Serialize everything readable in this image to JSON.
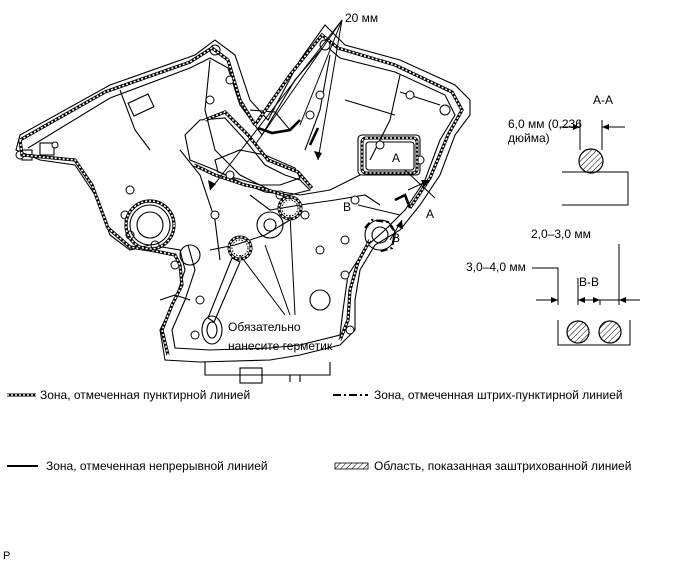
{
  "callouts": {
    "width_20mm": "20 мм",
    "apply_line1": "Обязательно",
    "apply_line2": "нанесите герметик",
    "section_a": "A",
    "section_b": "B"
  },
  "section_aa": {
    "title": "A-A",
    "dim_line1": "6,0 мм (0,236",
    "dim_line2": "дюйма)"
  },
  "section_bb": {
    "title": "B-B",
    "dim_gap": "2,0–3,0 мм",
    "dim_bead": "3,0–4,0 мм"
  },
  "legend": {
    "dotted": "Зона, отмеченная пунктирной линией",
    "dashdot": "Зона, отмеченная штрих-пунктирной линией",
    "solid": "Зона, отмеченная непрерывной линией",
    "hatched": "Область, показанная заштрихованной линией"
  },
  "footer_code": "P"
}
